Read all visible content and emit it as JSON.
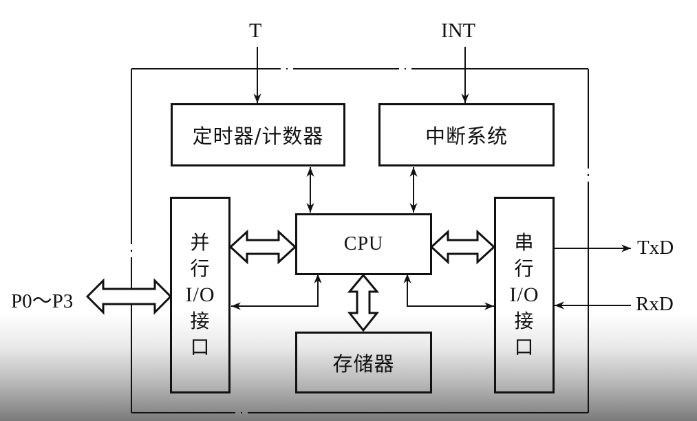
{
  "diagram": {
    "title": "",
    "inputs": {
      "timer_signal": "T",
      "interrupt_signal": "INT",
      "parallel_ports": "P0～P3",
      "txd": "TxD",
      "rxd": "RxD"
    },
    "blocks": {
      "timer": "定时器/计数器",
      "interrupt": "中断系统",
      "cpu": "CPU",
      "memory": "存储器",
      "parallel_io": [
        "并",
        "行",
        "I/O",
        "接",
        "口"
      ],
      "serial_io": [
        "串",
        "行",
        "I/O",
        "接",
        "口"
      ]
    },
    "connections": [
      {
        "from": "T",
        "to": "timer",
        "type": "arrow"
      },
      {
        "from": "INT",
        "to": "interrupt",
        "type": "arrow"
      },
      {
        "from": "timer",
        "to": "cpu",
        "type": "bidirectional-arrow"
      },
      {
        "from": "interrupt",
        "to": "cpu",
        "type": "bidirectional-arrow"
      },
      {
        "from": "parallel_io",
        "to": "cpu",
        "type": "bus"
      },
      {
        "from": "serial_io",
        "to": "cpu",
        "type": "bus"
      },
      {
        "from": "cpu",
        "to": "memory",
        "type": "bus"
      },
      {
        "from": "P0～P3",
        "to": "parallel_io",
        "type": "bus"
      },
      {
        "from": "cpu",
        "to": "parallel_io",
        "type": "arrow"
      },
      {
        "from": "cpu",
        "to": "serial_io",
        "type": "arrow"
      },
      {
        "from": "serial_io",
        "to": "TxD",
        "type": "arrow"
      },
      {
        "from": "RxD",
        "to": "serial_io",
        "type": "arrow"
      }
    ]
  }
}
